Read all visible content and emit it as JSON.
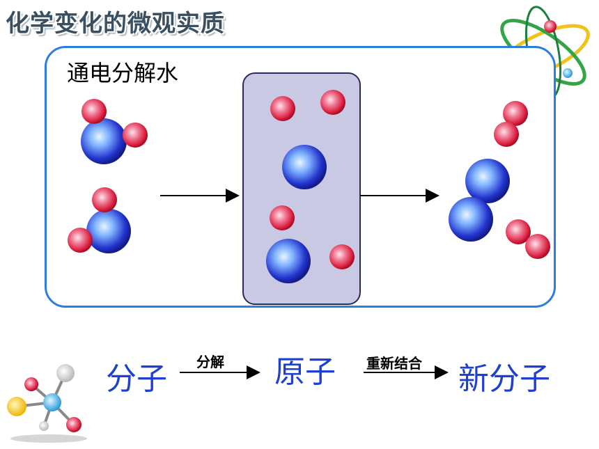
{
  "title": "化学变化的微观实质",
  "panel_label": "通电分解水",
  "equation": {
    "term1": "分子",
    "arrow1_label": "分解",
    "term2": "原子",
    "arrow2_label": "重新结合",
    "term3": "新分子"
  },
  "colors": {
    "panel_border": "#2b7de0",
    "mid_box_fill": "#c9c9e4",
    "equation_text": "#1f3fd0",
    "oxygen_atom": "#d81b3a",
    "hydrogen_atom": "#2233cc"
  }
}
